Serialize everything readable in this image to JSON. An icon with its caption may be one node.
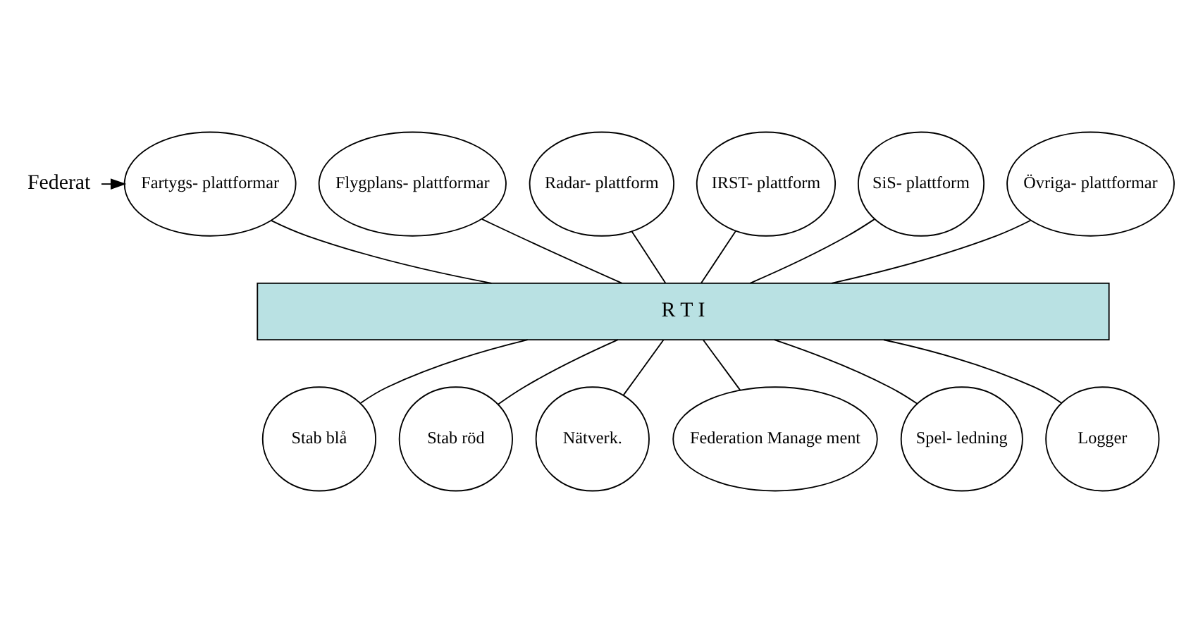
{
  "diagram": {
    "nodes": [
      {
        "text": [
          "Federat"
        ]
      },
      {
        "text": [
          "Fartygs- plattformar"
        ]
      },
      {
        "text": [
          "Flygplans- plattformar"
        ]
      },
      {
        "text": [
          "Radar- plattform"
        ]
      },
      {
        "text": [
          "IRST- plattform"
        ]
      },
      {
        "text": [
          "SiS- plattform"
        ]
      },
      {
        "text": [
          "Övriga- plattformar"
        ]
      },
      {
        "text": [
          "R T I"
        ]
      },
      {
        "text": [
          "Stab blå"
        ]
      },
      {
        "text": [
          "Stab röd"
        ]
      },
      {
        "text": [
          "Nätverk."
        ]
      },
      {
        "text": [
          "Federation Manage ment"
        ]
      },
      {
        "text": [
          "Spel- ledning"
        ]
      },
      {
        "text": [
          "Logger"
        ]
      }
    ],
    "edges": [
      {
        "from": 0,
        "to": 1,
        "arrow": "to"
      },
      {
        "from": 1,
        "to": 7,
        "arrow": "none"
      },
      {
        "from": 2,
        "to": 7,
        "arrow": "none"
      },
      {
        "from": 3,
        "to": 7,
        "arrow": "none"
      },
      {
        "from": 4,
        "to": 7,
        "arrow": "none"
      },
      {
        "from": 5,
        "to": 7,
        "arrow": "none"
      },
      {
        "from": 6,
        "to": 7,
        "arrow": "none"
      },
      {
        "from": 7,
        "to": 8,
        "arrow": "none"
      },
      {
        "from": 7,
        "to": 9,
        "arrow": "none"
      },
      {
        "from": 7,
        "to": 10,
        "arrow": "none"
      },
      {
        "from": 7,
        "to": 11,
        "arrow": "none"
      },
      {
        "from": 7,
        "to": 12,
        "arrow": "none"
      },
      {
        "from": 7,
        "to": 13,
        "arrow": "none"
      }
    ]
  }
}
